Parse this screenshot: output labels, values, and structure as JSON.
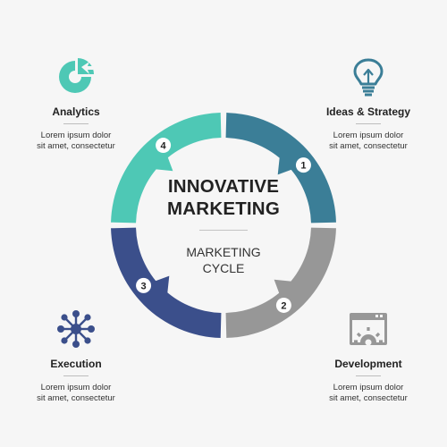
{
  "center": {
    "title": "INNOVATIVE\nMARKETING",
    "subtitle": "MARKETING\nCYCLE"
  },
  "steps": [
    {
      "number": "1",
      "color": "#3b7e97"
    },
    {
      "number": "2",
      "color": "#979797"
    },
    {
      "number": "3",
      "color": "#3b4f8b"
    },
    {
      "number": "4",
      "color": "#4ec8b5"
    }
  ],
  "blocks": {
    "analytics": {
      "title": "Analytics",
      "desc": "Lorem ipsum dolor\nsit amet, consectetur",
      "icon": "pie-chart-icon",
      "color": "#4ec8b5"
    },
    "ideas": {
      "title": "Ideas & Strategy",
      "desc": "Lorem ipsum dolor\nsit amet, consectetur",
      "icon": "lightbulb-icon",
      "color": "#3b7e97"
    },
    "execution": {
      "title": "Execution",
      "desc": "Lorem ipsum dolor\nsit amet, consectetur",
      "icon": "network-nodes-icon",
      "color": "#3b4f8b"
    },
    "development": {
      "title": "Development",
      "desc": "Lorem ipsum dolor\nsit amet, consectetur",
      "icon": "browser-gear-icon",
      "color": "#979797"
    }
  }
}
